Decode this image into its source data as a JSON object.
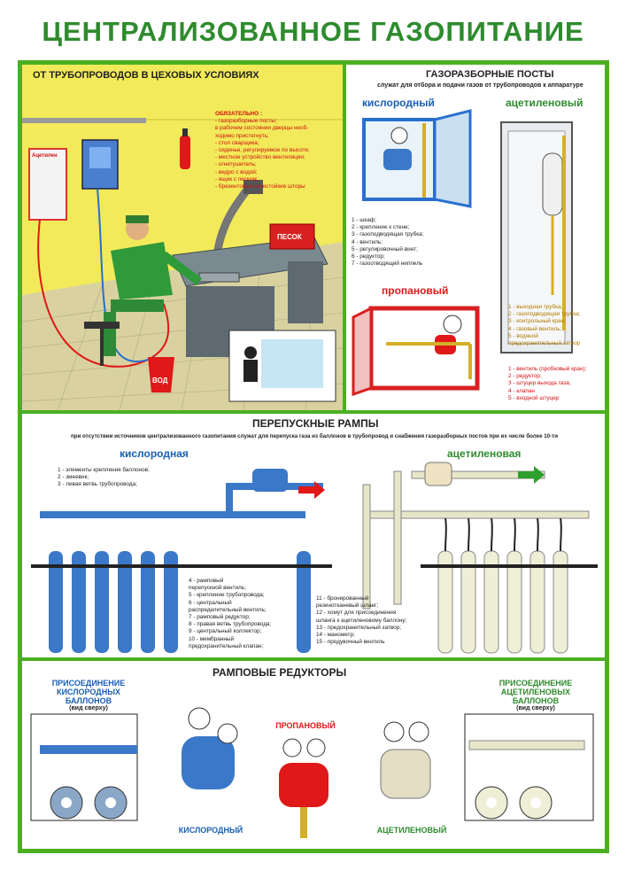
{
  "title": "ЦЕНТРАЛИЗОВАННОЕ ГАЗОПИТАНИЕ",
  "workshop": {
    "heading": "ОТ ТРУБОПРОВОДОВ В ЦЕХОВЫХ УСЛОВИЯХ",
    "mandatory_title": "ОБЯЗАТЕЛЬНО :",
    "mandatory_items": [
      "- газоразборные посты;",
      "  в рабочем состоянии дверцы необ-",
      "  ходимо пристегнуть;",
      "- стол сварщика;",
      "- сиденье, регулируемое по высоте;",
      "- местное устройство вентиляции;",
      "- огнетушитель;",
      "- ведро с водой;",
      "- ящик с песком;",
      "- брезентовые огнестойкие шторы"
    ],
    "sand_label": "ПЕСОК",
    "water_label": "ВОД",
    "cabinet_label": "Ацетилен"
  },
  "posts": {
    "heading": "ГАЗОРАЗБОРНЫЕ ПОСТЫ",
    "subheading": "служат для отбора и подачи газов от трубопроводов к аппаратуре",
    "oxygen_title": "кислородный",
    "acetylene_title": "ацетиленовый",
    "propane_title": "пропановый",
    "oxygen_legend": [
      "1 - шкаф;",
      "2 - крепление к стене;",
      "3 - газоподводящая трубка;",
      "4 - вентиль;",
      "5 - регулировочный винт;",
      "6 - редуктор;",
      "7 - газоотводящий ниппель"
    ],
    "acetylene_legend": [
      "1 - выходная трубка;",
      "2 - газоподводящая трубка;",
      "3 - контрольный кран;",
      "4 - газовый вентиль;",
      "5 - водяной",
      "    предохранительный затвор"
    ],
    "propane_legend": [
      "1 - вентиль (пробковый кран);",
      "2 - редуктор;",
      "3 - штуцер выхода газа;",
      "4 - клапан",
      "5 - входной штуцер"
    ]
  },
  "ramps": {
    "heading": "ПЕРЕПУСКНЫЕ РАМПЫ",
    "subheading": "при отсутствии источников централизованного газопитания служат для перепуска газа из баллонов в трубопровод и снабжения газоразборных постов при их числе более 10-ти",
    "oxygen_title": "кислородная",
    "acetylene_title": "ацетиленовая",
    "legend_top": [
      "1 - элементы крепления баллонов;",
      "2 - змеевик;",
      "3 - левая ветвь трубопровода;"
    ],
    "legend_mid": [
      "4 - рамповый",
      "    перепускной вентиль;",
      "5 - крепление трубопровода;",
      "6 - центральный",
      "    распределительный вентиль;",
      "7 - рамповый редуктор;",
      "8 - правая ветвь трубопровода;",
      "9 - центральный коллектор;",
      "10 - мембранный",
      "     предохранительный клапан;"
    ],
    "legend_right": [
      "11 - бронированный",
      "     резинотканевый шланг;",
      "12 - хомут для присоединения",
      "     шланга к ацетиленовому баллону;",
      "13 - предохранительный затвор;",
      "14 - манометр;",
      "15 - продувочный вентиль"
    ]
  },
  "reducers": {
    "heading": "РАМПОВЫЕ РЕДУКТОРЫ",
    "left_title_1": "ПРИСОЕДИНЕНИЕ",
    "left_title_2": "КИСЛОРОДНЫХ БАЛЛОНОВ",
    "left_title_3": "(вид сверху)",
    "right_title_1": "ПРИСОЕДИНЕНИЕ",
    "right_title_2": "АЦЕТИЛЕНОВЫХ БАЛЛОНОВ",
    "right_title_3": "(вид сверху)",
    "propane_label": "ПРОПАНОВЫЙ",
    "oxygen_label": "КИСЛОРОДНЫЙ",
    "acetylene_label": "АЦЕТИЛЕНОВЫЙ"
  },
  "colors": {
    "accent_green": "#4caf22",
    "title_green": "#2e8b2e",
    "oxygen_blue": "#3b78c8",
    "red": "#e01818",
    "wall_yellow": "#f2ea5a"
  }
}
